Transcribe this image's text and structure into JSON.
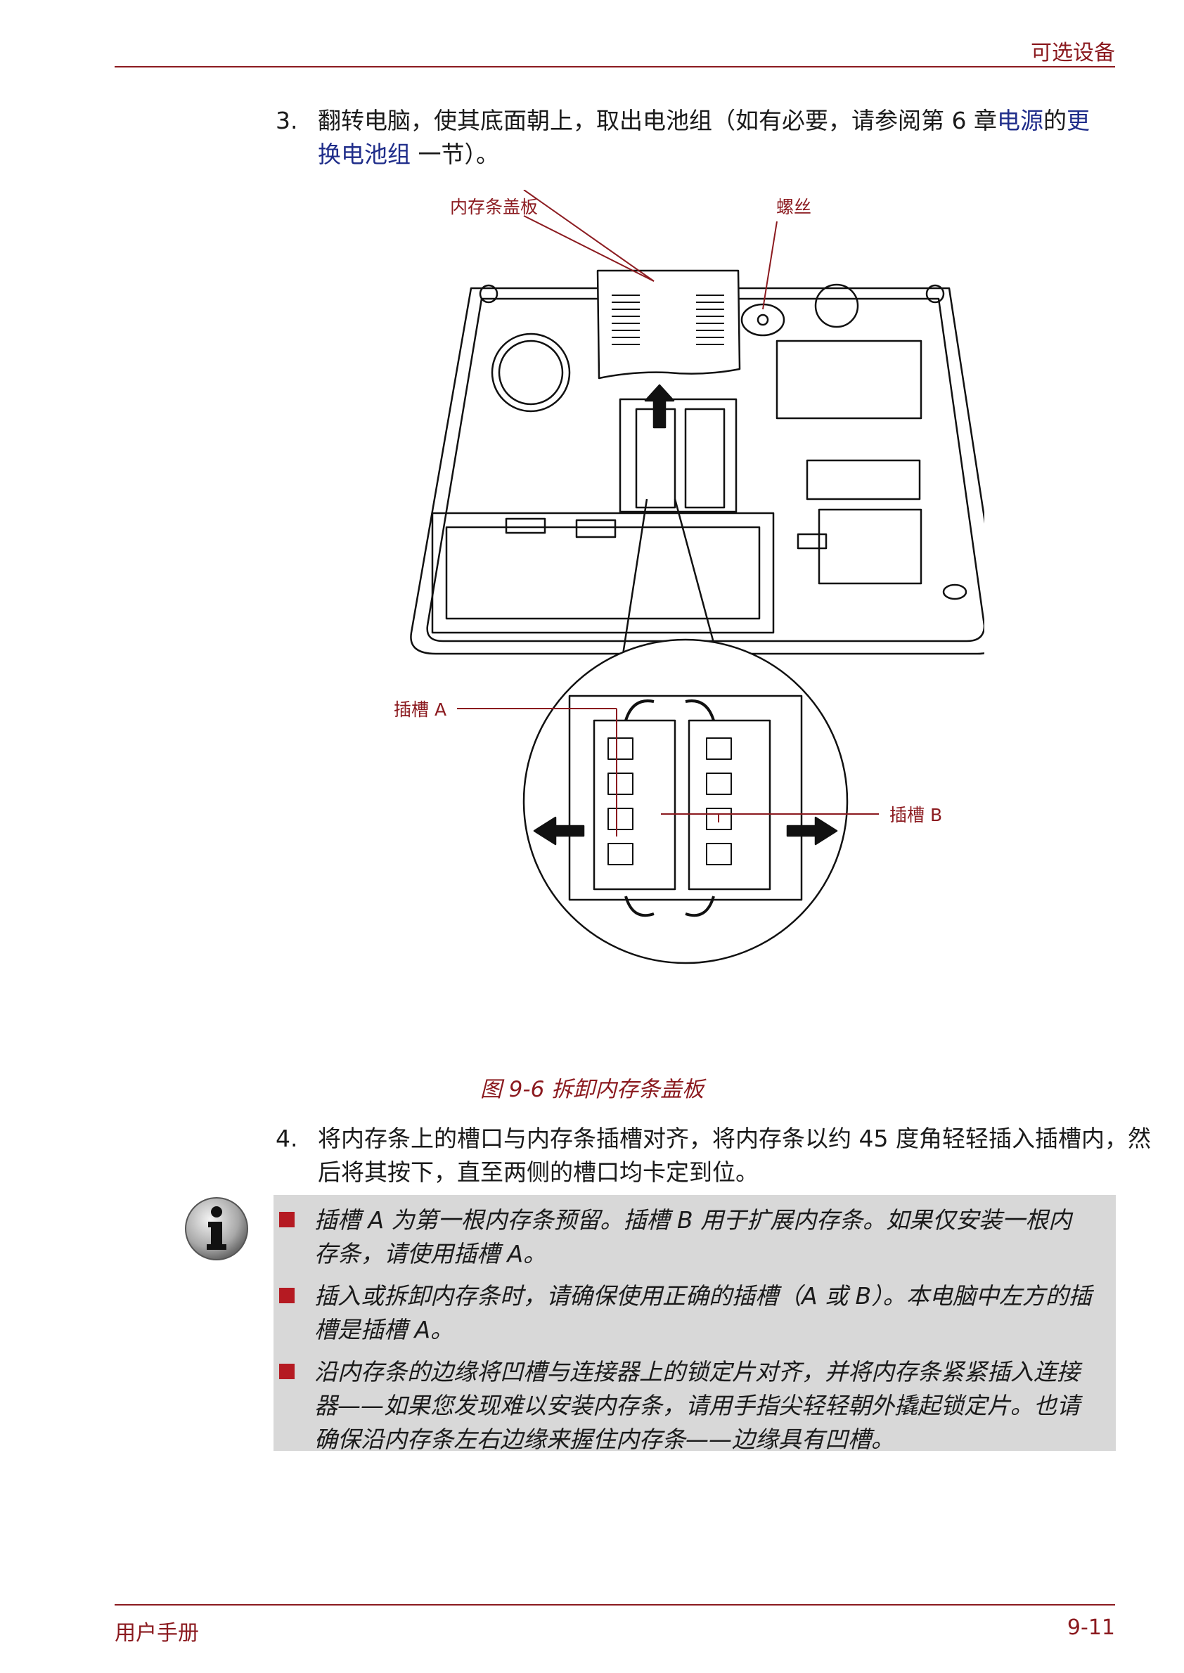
{
  "header": {
    "section_title": "可选设备"
  },
  "step3": {
    "number": "3.",
    "text_before": "翻转电脑，使其底面朝上，取出电池组（如有必要，请参阅第 6 章",
    "link1": "电源",
    "text_mid": "的",
    "link2": "更换电池组",
    "text_after": " 一节）。"
  },
  "figure": {
    "labels": {
      "cover": "内存条盖板",
      "screw": "螺丝",
      "slot_a": "插槽 A",
      "slot_b": "插槽 B"
    },
    "caption": "图 9-6 拆卸内存条盖板"
  },
  "step4": {
    "number": "4.",
    "text": "将内存条上的槽口与内存条插槽对齐，将内存条以约 45 度角轻轻插入插槽内，然后将其按下，直至两侧的槽口均卡定到位。"
  },
  "notes": {
    "icon": "info-icon",
    "items": [
      "插槽 A 为第一根内存条预留。插槽 B 用于扩展内存条。如果仅安装一根内存条，请使用插槽 A。",
      "插入或拆卸内存条时，请确保使用正确的插槽（A 或 B）。本电脑中左方的插槽是插槽 A。",
      "沿内存条的边缘将凹槽与连接器上的锁定片对齐，并将内存条紧紧插入连接器——如果您发现难以安装内存条，请用手指尖轻轻朝外撬起锁定片。也请确保沿内存条左右边缘来握住内存条——边缘具有凹槽。"
    ]
  },
  "footer": {
    "left": "用户手册",
    "right": "9-11"
  },
  "colors": {
    "accent": "#8b1a1f",
    "link": "#1f2d8a",
    "note_bg": "#d8d8d8",
    "bullet": "#b51a22"
  }
}
